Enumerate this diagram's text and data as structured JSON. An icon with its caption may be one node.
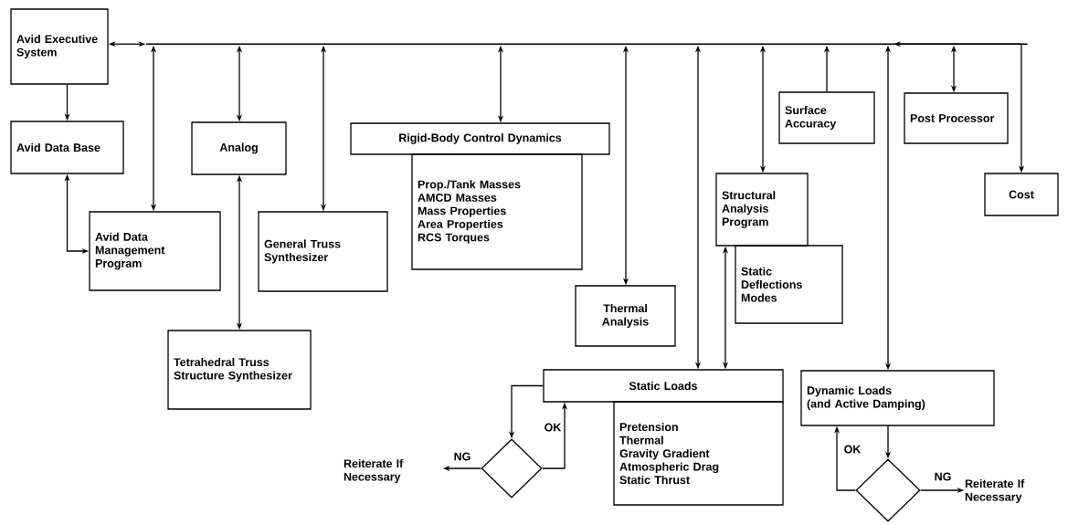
{
  "diagram": {
    "nodes": [
      {
        "text": [
          "Avid Executive System"
        ]
      },
      {
        "text": [
          "Avid Data Base"
        ]
      },
      {
        "text": [
          "Avid Data Management Program"
        ]
      },
      {
        "text": [
          "Analog"
        ]
      },
      {
        "text": [
          "Tetrahedral Truss Structure Synthesizer"
        ]
      },
      {
        "text": [
          "General Truss Synthesizer"
        ]
      },
      {
        "text": [
          "Rigid-Body Control Dynamics"
        ]
      },
      {
        "text": [
          "Prop./Tank Masses",
          "AMCD Masses",
          "Mass Properties",
          "Area Properties",
          "RCS Torques"
        ]
      },
      {
        "text": [
          "Thermal Analysis"
        ]
      },
      {
        "text": [
          "Surface Accuracy"
        ]
      },
      {
        "text": [
          "Post Processor"
        ]
      },
      {
        "text": [
          "Cost"
        ]
      },
      {
        "text": [
          "Structural Analysis Program"
        ]
      },
      {
        "text": [
          "Static Deflections",
          "Modes"
        ]
      },
      {
        "text": [
          "Static Loads"
        ]
      },
      {
        "text": [
          "Pretension",
          "Thermal",
          "Gravity Gradient",
          "Atmospheric Drag",
          "Static Thrust"
        ]
      },
      {
        "text": [
          "Dynamic Loads",
          "(and Active Damping)"
        ]
      },
      {
        "text": [],
        "shape": "diamond"
      },
      {
        "text": [
          "Reiterate If Necessary"
        ]
      },
      {
        "text": [],
        "shape": "diamond"
      },
      {
        "text": [
          "Reiterate If Necessary"
        ]
      },
      {
        "text": [],
        "shape": "bar"
      }
    ],
    "edges": [
      {
        "from": 0,
        "to": 21,
        "arrow": "both"
      },
      {
        "from": 0,
        "to": 1,
        "arrow": "to"
      },
      {
        "from": 1,
        "to": 2,
        "arrow": "both"
      },
      {
        "from": 21,
        "to": 2,
        "arrow": "both"
      },
      {
        "from": 21,
        "to": 3,
        "arrow": "both"
      },
      {
        "from": 3,
        "to": 4,
        "arrow": "both"
      },
      {
        "from": 21,
        "to": 5,
        "arrow": "both"
      },
      {
        "from": 21,
        "to": 6,
        "arrow": "both"
      },
      {
        "from": 21,
        "to": 8,
        "arrow": "both"
      },
      {
        "from": 21,
        "to": 14,
        "arrow": "both"
      },
      {
        "from": 21,
        "to": 12,
        "arrow": "both"
      },
      {
        "from": 12,
        "to": 14,
        "arrow": "both"
      },
      {
        "from": 9,
        "to": 21,
        "arrow": "to"
      },
      {
        "from": 21,
        "to": 16,
        "arrow": "both"
      },
      {
        "from": 11,
        "to": 21,
        "arrow": "both"
      },
      {
        "from": 21,
        "to": 10,
        "arrow": "both"
      },
      {
        "from": 14,
        "to": 17,
        "arrow": "to"
      },
      {
        "from": 17,
        "to": 14,
        "arrow": "to",
        "label": "OK"
      },
      {
        "from": 17,
        "to": 18,
        "arrow": "to",
        "label": "NG"
      },
      {
        "from": 16,
        "to": 19,
        "arrow": "to"
      },
      {
        "from": 19,
        "to": 16,
        "arrow": "to",
        "label": "OK"
      },
      {
        "from": 19,
        "to": 20,
        "arrow": "to",
        "label": "NG"
      }
    ]
  }
}
